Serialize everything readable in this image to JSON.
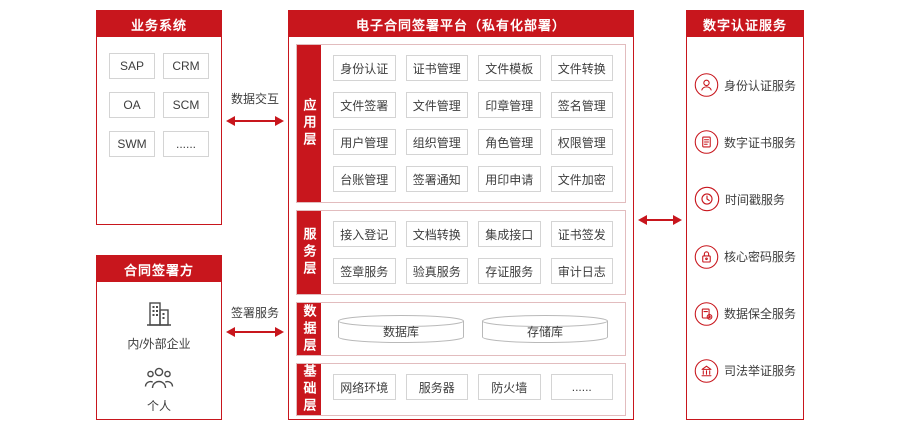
{
  "accent_color": "#c8161d",
  "business_systems": {
    "title": "业务系统",
    "chips": [
      "SAP",
      "CRM",
      "OA",
      "SCM",
      "SWM",
      "......"
    ]
  },
  "signing_parties": {
    "title": "合同签署方",
    "enterprise_label": "内/外部企业",
    "personal_label": "个人"
  },
  "connectors": {
    "data_exchange_label": "数据交互",
    "signing_service_label": "签署服务"
  },
  "platform": {
    "title": "电子合同签署平台（私有化部署）",
    "app_layer": {
      "name": "应用层",
      "chips": [
        "身份认证",
        "证书管理",
        "文件模板",
        "文件转换",
        "文件签署",
        "文件管理",
        "印章管理",
        "签名管理",
        "用户管理",
        "组织管理",
        "角色管理",
        "权限管理",
        "台账管理",
        "签署通知",
        "用印申请",
        "文件加密"
      ]
    },
    "service_layer": {
      "name": "服务层",
      "chips": [
        "接入登记",
        "文档转换",
        "集成接口",
        "证书签发",
        "签章服务",
        "验真服务",
        "存证服务",
        "审计日志"
      ]
    },
    "data_layer": {
      "name": "数据层",
      "stores": [
        "数据库",
        "存储库"
      ]
    },
    "base_layer": {
      "name": "基础层",
      "chips": [
        "网络环境",
        "服务器",
        "防火墙",
        "......"
      ]
    }
  },
  "cert_services": {
    "title": "数字认证服务",
    "items": [
      {
        "icon": "identity-icon",
        "label": "身份认证服务"
      },
      {
        "icon": "certificate-icon",
        "label": "数字证书服务"
      },
      {
        "icon": "timestamp-icon",
        "label": "时间戳服务"
      },
      {
        "icon": "lock-icon",
        "label": "核心密码服务"
      },
      {
        "icon": "data-protection-icon",
        "label": "数据保全服务"
      },
      {
        "icon": "judicial-icon",
        "label": "司法举证服务"
      }
    ]
  }
}
